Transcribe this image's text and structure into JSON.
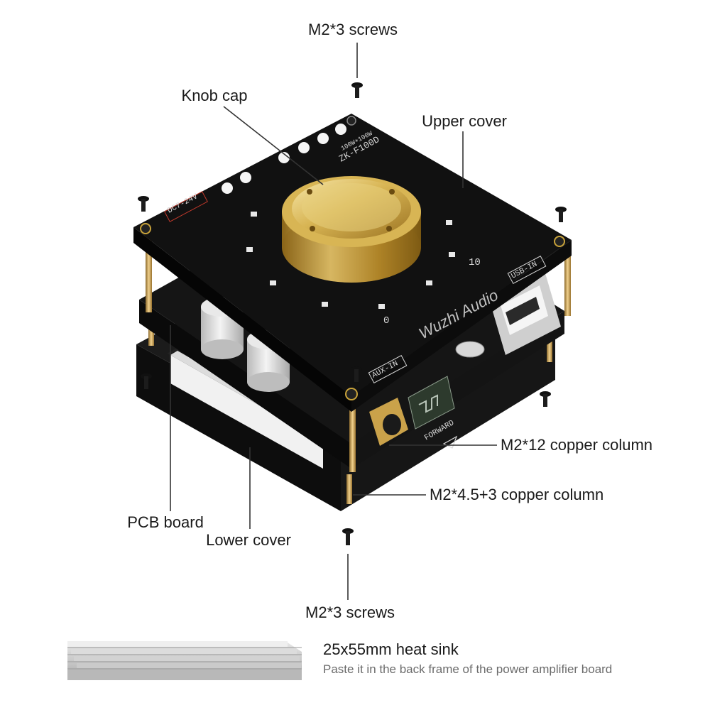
{
  "labels": {
    "top_screws": "M2*3 screws",
    "knob_cap": "Knob cap",
    "upper_cover": "Upper cover",
    "copper_column_long": "M2*12 copper column",
    "copper_column_short": "M2*4.5+3 copper column",
    "pcb_board": "PCB board",
    "lower_cover": "Lower cover",
    "bottom_screws": "M2*3 screws"
  },
  "heat_sink": {
    "title": "25x55mm heat sink",
    "description": "Paste it in the back frame of the power amplifier board"
  },
  "board_markings": {
    "model": "ZK-F100D",
    "power": "100W+100W",
    "voltage": "DC7-24V",
    "brand": "Wuzhi Audio",
    "scale_min": "0",
    "scale_max": "10",
    "usb_port": "USB-IN",
    "aux_port": "AUX-IN",
    "forward": "FORWARD"
  },
  "colors": {
    "board": "#111111",
    "gold": "#c9a33a",
    "copper": "#d2a85a",
    "heatsink": "#c8c8c8",
    "leader": "#333333"
  }
}
